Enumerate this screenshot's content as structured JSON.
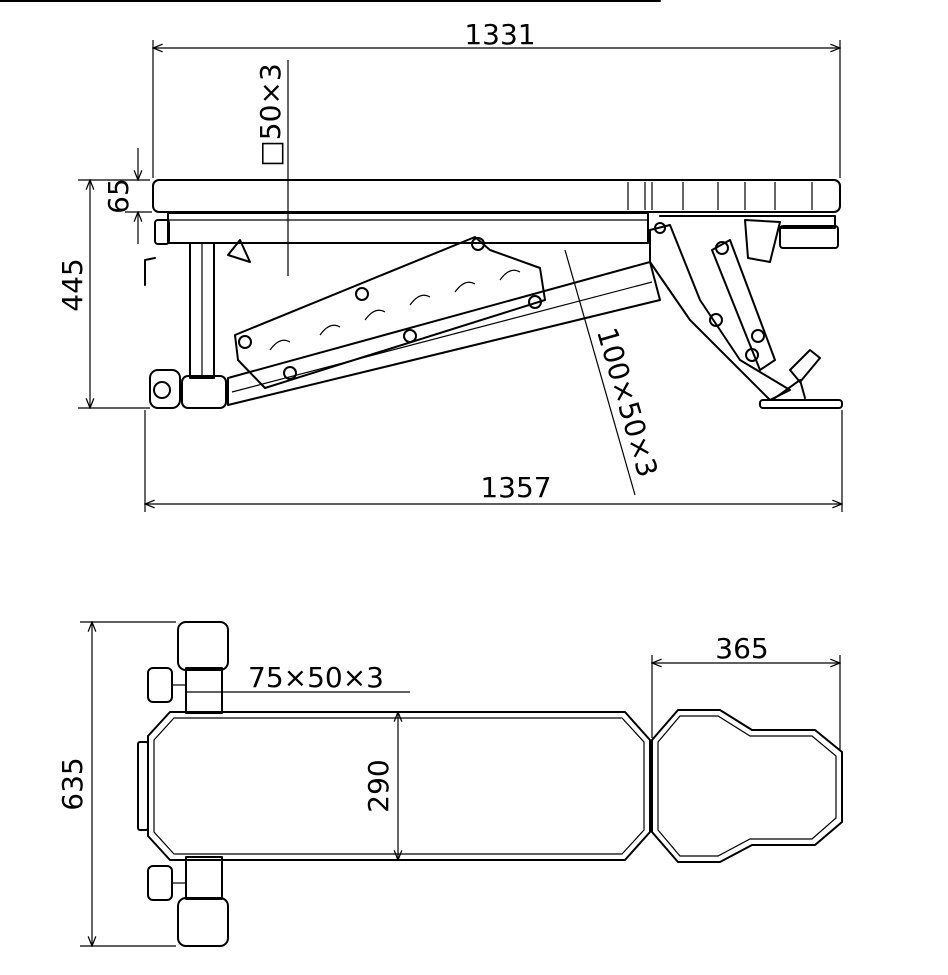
{
  "side_view": {
    "overall_length": "1331",
    "base_length": "1357",
    "height": "445",
    "pad_thickness": "65",
    "square_tube": "□50×3",
    "rail_tube": "100×50×3"
  },
  "top_view": {
    "overall_width": "635",
    "pad_width": "290",
    "seat_length": "365",
    "cross_tube": "75×50×3"
  }
}
